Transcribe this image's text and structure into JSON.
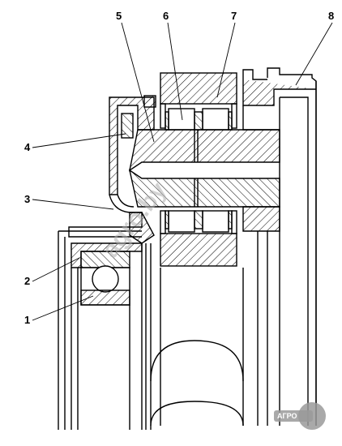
{
  "callouts": [
    {
      "id": "1",
      "text": "1"
    },
    {
      "id": "2",
      "text": "2"
    },
    {
      "id": "3",
      "text": "3"
    },
    {
      "id": "4",
      "text": "4"
    },
    {
      "id": "5",
      "text": "5"
    },
    {
      "id": "6",
      "text": "6"
    },
    {
      "id": "7",
      "text": "7"
    },
    {
      "id": "8",
      "text": "8"
    }
  ],
  "watermark": {
    "diagonal_text": "agro.by",
    "logo_text": "АГРО"
  },
  "colors": {
    "line": "#000000",
    "hatch": "#000000",
    "background": "#ffffff",
    "watermark": "#b0b0b0",
    "logo": "#9a9a9a"
  }
}
